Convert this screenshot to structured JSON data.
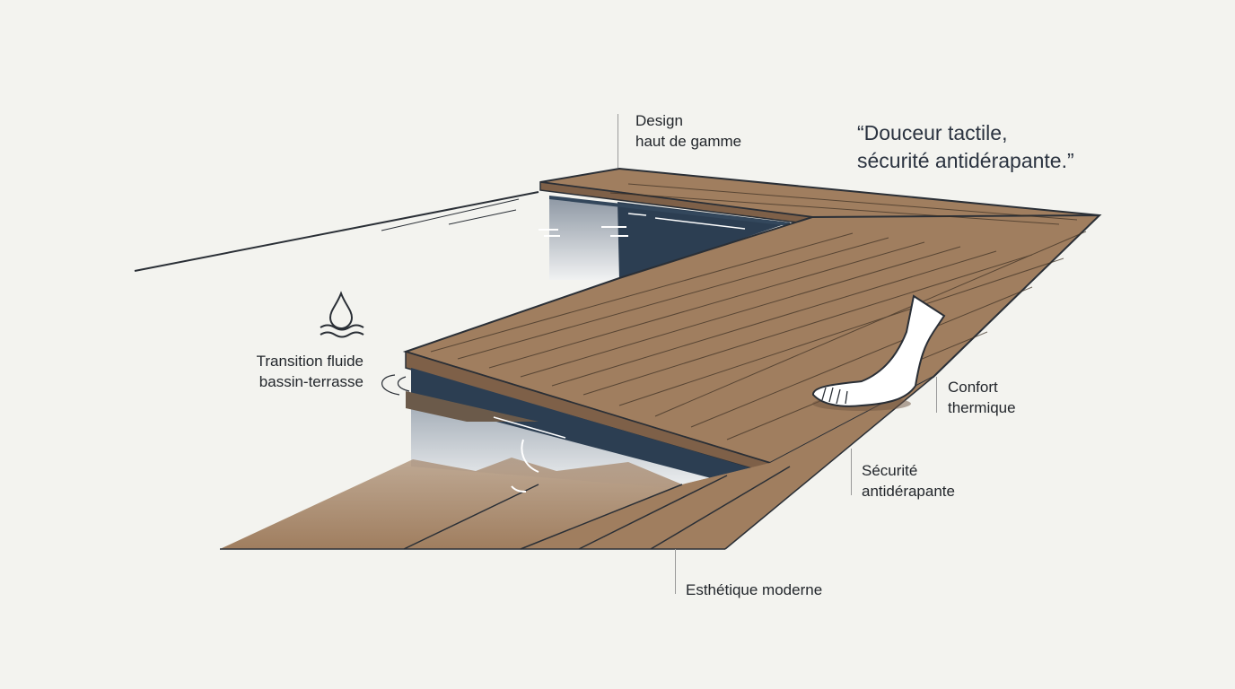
{
  "quote": {
    "line1": "“Douceur tactile,",
    "line2": "sécurité antidérapante.”"
  },
  "annotations": {
    "design": {
      "line1": "Design",
      "line2": "haut de gamme"
    },
    "transition": {
      "line1": "Transition fluide",
      "line2": "bassin-terrasse",
      "icon": "water-drop-waves-icon"
    },
    "confort": {
      "line1": "Confort",
      "line2": "thermique"
    },
    "securite": {
      "line1": "Sécurité",
      "line2": "antidérapante"
    },
    "esthetique": {
      "line1": "Esthétique moderne"
    }
  },
  "colors": {
    "background": "#f3f3ef",
    "deck": "#a07e5f",
    "deck_edge": "#7e6048",
    "water_dark": "#2c3e52",
    "outline": "#2a2f36"
  },
  "illustration": {
    "subject": "pool deck with wooden boards, step edge, water, bare foot"
  }
}
